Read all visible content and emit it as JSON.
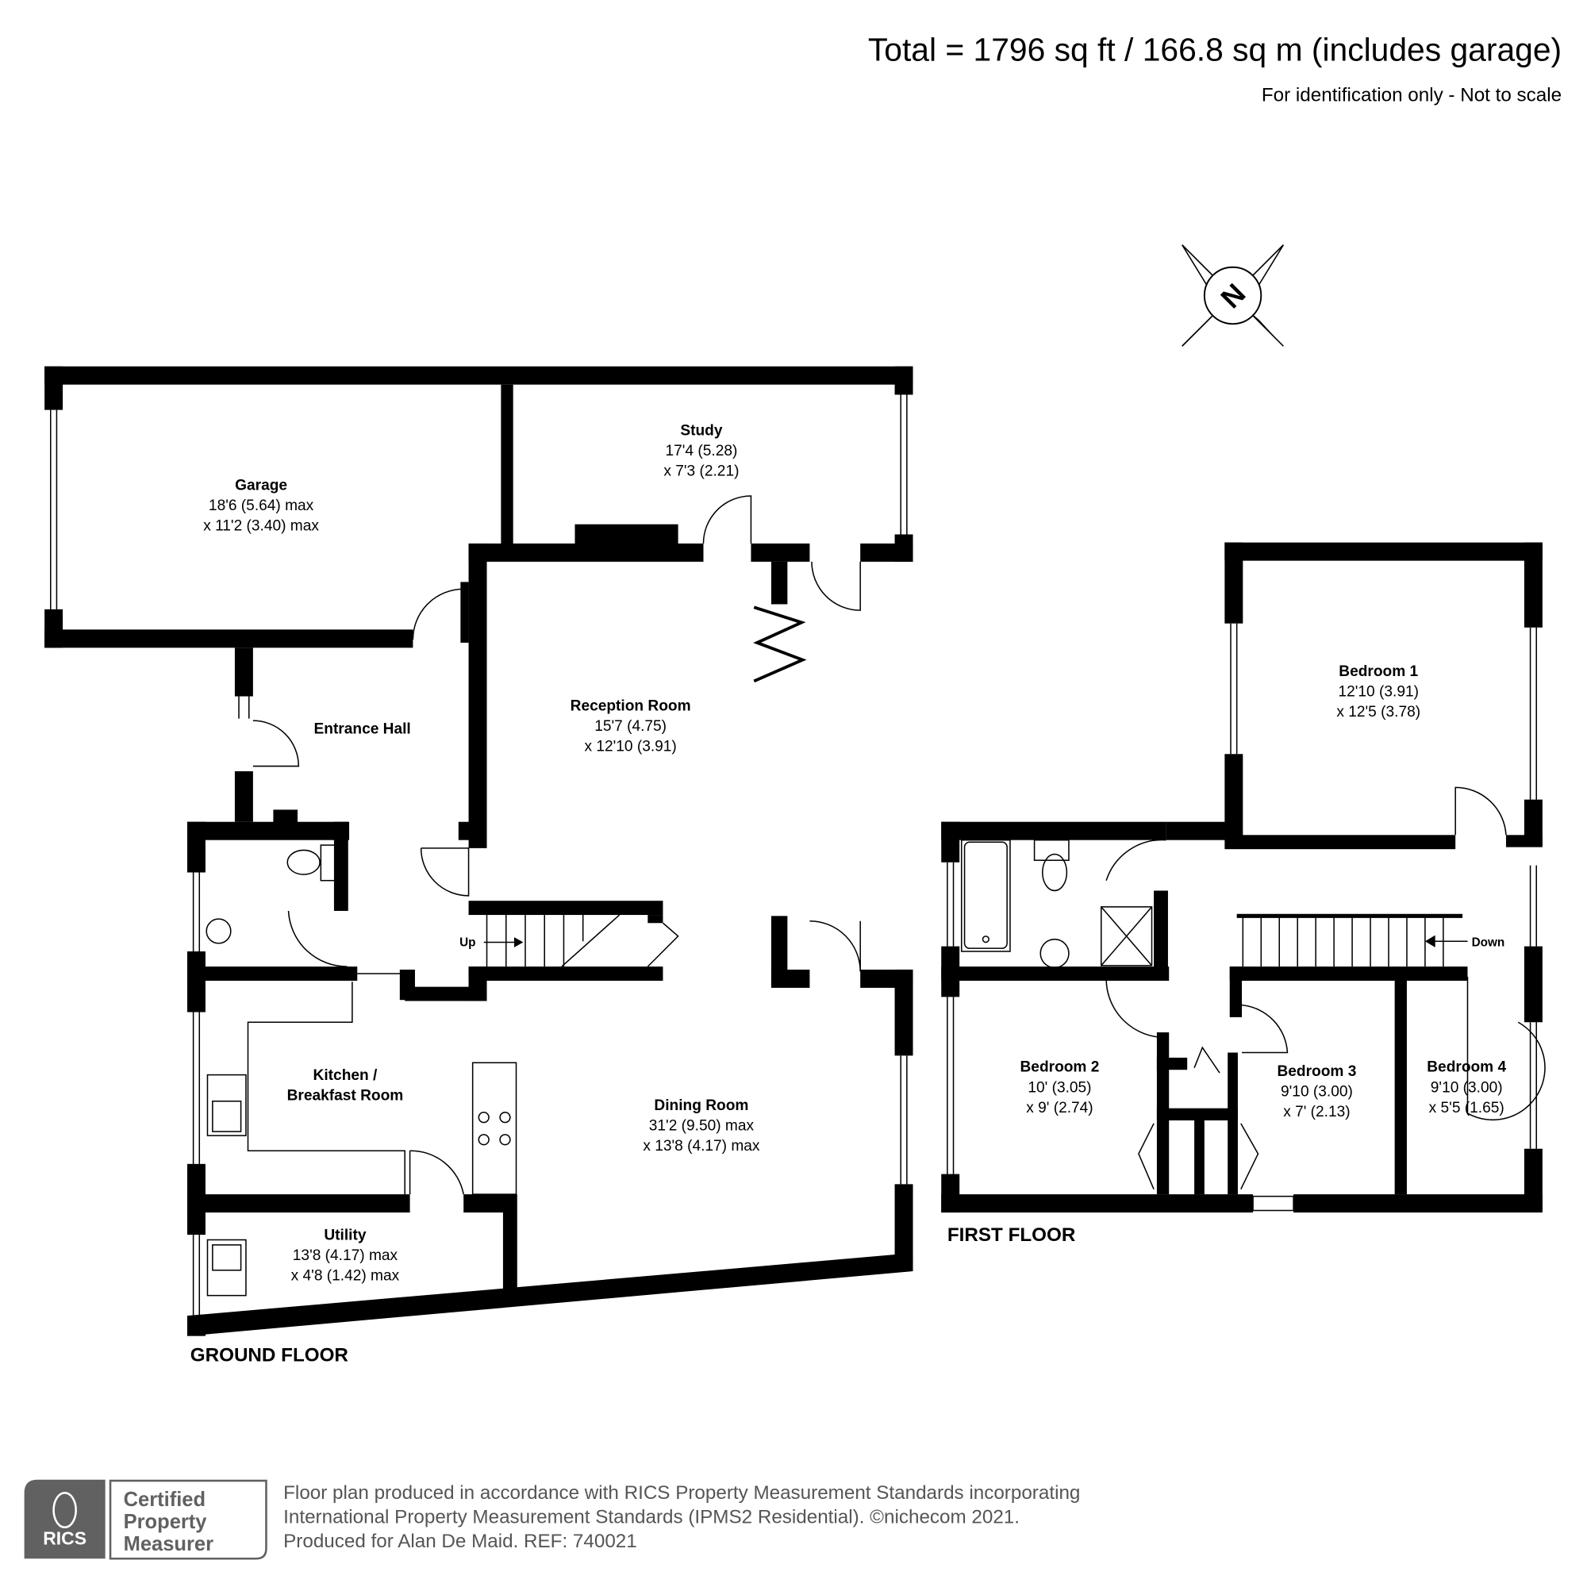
{
  "header": {
    "total": "Total = 1796 sq ft / 166.8 sq m (includes garage)",
    "note": "For identification only - Not to scale"
  },
  "compass": {
    "label": "N",
    "icon": "compass-north-icon"
  },
  "ground_floor": {
    "title": "GROUND FLOOR",
    "stairs_label": "Up",
    "rooms": [
      {
        "name": "Garage",
        "dim1": "18'6 (5.64) max",
        "dim2": "x 11'2 (3.40) max"
      },
      {
        "name": "Study",
        "dim1": "17'4 (5.28)",
        "dim2": "x 7'3 (2.21)"
      },
      {
        "name": "Entrance Hall"
      },
      {
        "name": "Reception Room",
        "dim1": "15'7 (4.75)",
        "dim2": "x 12'10 (3.91)"
      },
      {
        "name": "Kitchen /",
        "name2": "Breakfast Room"
      },
      {
        "name": "Dining Room",
        "dim1": "31'2 (9.50) max",
        "dim2": "x 13'8 (4.17) max"
      },
      {
        "name": "Utility",
        "dim1": "13'8 (4.17) max",
        "dim2": "x 4'8 (1.42) max"
      }
    ]
  },
  "first_floor": {
    "title": "FIRST FLOOR",
    "stairs_label": "Down",
    "rooms": [
      {
        "name": "Bedroom 1",
        "dim1": "12'10 (3.91)",
        "dim2": "x 12'5 (3.78)"
      },
      {
        "name": "Bedroom 2",
        "dim1": "10' (3.05)",
        "dim2": "x 9' (2.74)"
      },
      {
        "name": "Bedroom 3",
        "dim1": "9'10 (3.00)",
        "dim2": "x 7' (2.13)"
      },
      {
        "name": "Bedroom 4",
        "dim1": "9'10 (3.00)",
        "dim2": "x 5'5 (1.65)"
      }
    ]
  },
  "footer": {
    "badge_brand": "RICS",
    "badge_line1": "Certified",
    "badge_line2": "Property",
    "badge_line3": "Measurer",
    "line1": "Floor plan produced in accordance with RICS Property Measurement Standards incorporating",
    "line2": "International Property Measurement Standards (IPMS2 Residential).   ©nichecom 2021.",
    "line3": "Produced for Alan De Maid.   REF: 740021",
    "badge_color": "#616161",
    "text_color": "#555555"
  }
}
